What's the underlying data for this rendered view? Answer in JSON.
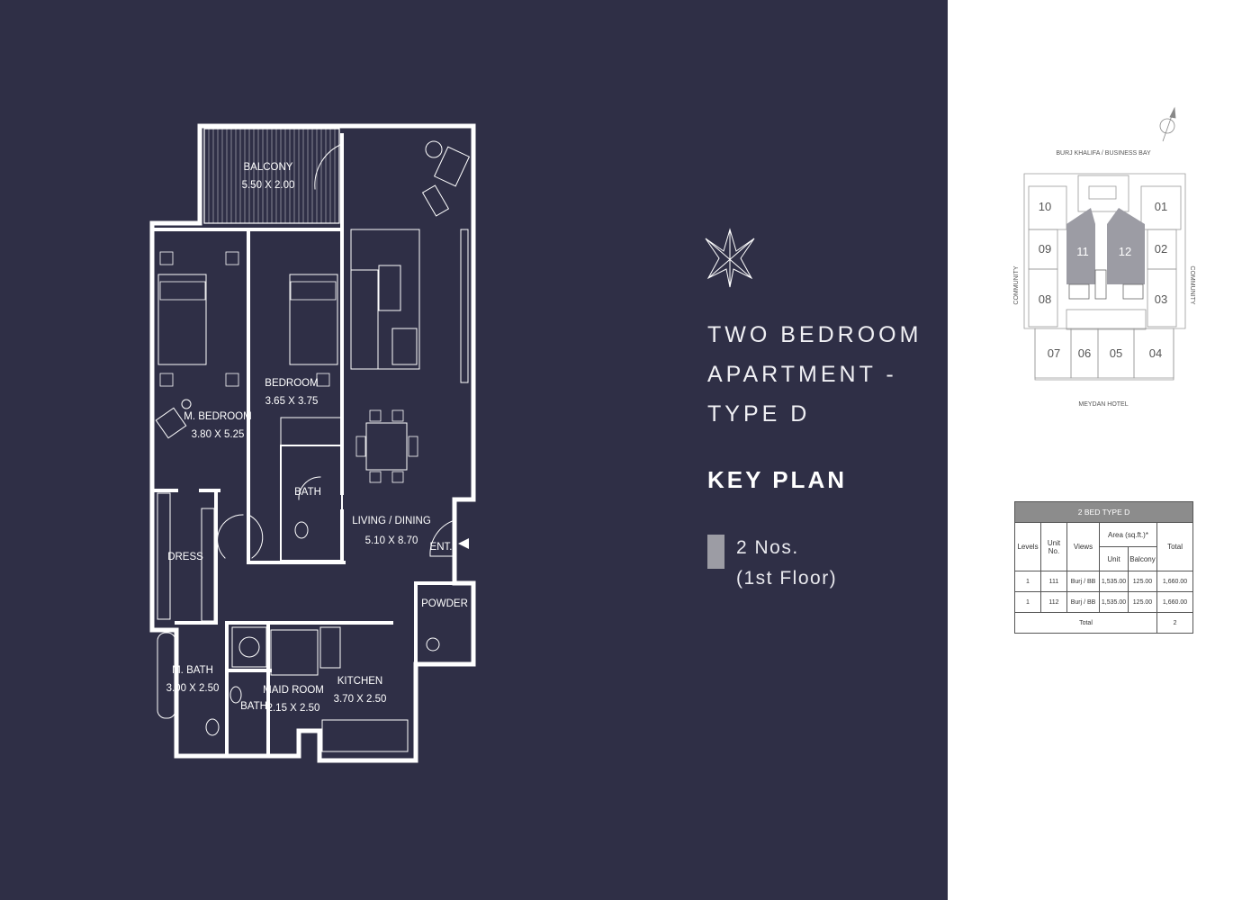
{
  "floor_plan": {
    "rooms": [
      {
        "name": "BALCONY",
        "size": "5.50 X 2.00"
      },
      {
        "name": "M. BEDROOM",
        "size": "3.80 X 5.25"
      },
      {
        "name": "BEDROOM",
        "size": "3.65 X 3.75"
      },
      {
        "name": "LIVING / DINING",
        "size": "5.10 X 8.70"
      },
      {
        "name": "BATH",
        "size": ""
      },
      {
        "name": "DRESS",
        "size": ""
      },
      {
        "name": "ENT.",
        "size": ""
      },
      {
        "name": "POWDER",
        "size": ""
      },
      {
        "name": "M. BATH",
        "size": "3.00 X 2.50"
      },
      {
        "name": "BATH",
        "size": ""
      },
      {
        "name": "MAID ROOM",
        "size": "2.15 X 2.50"
      },
      {
        "name": "KITCHEN",
        "size": "3.70 X 2.50"
      }
    ]
  },
  "title_lines": [
    "TWO BEDROOM",
    "APARTMENT -",
    "TYPE D"
  ],
  "key_plan_heading": "KEY PLAN",
  "unit_count": {
    "line1": "2 Nos.",
    "line2": "(1st Floor)"
  },
  "key_plan": {
    "top_label": "BURJ KHALIFA / BUSINESS BAY",
    "bottom_label": "MEYDAN HOTEL",
    "left_label": "COMMUNITY",
    "right_label": "COMMUNITY",
    "units": [
      "01",
      "02",
      "03",
      "04",
      "05",
      "06",
      "07",
      "08",
      "09",
      "10",
      "11",
      "12"
    ]
  },
  "area_table": {
    "title": "2 BED TYPE D",
    "headers": {
      "levels": "Levels",
      "unit_no": "Unit No.",
      "views": "Views",
      "area": "Area (sq.ft.)*",
      "unit": "Unit",
      "balcony": "Balcony",
      "total": "Total"
    },
    "rows": [
      {
        "level": "1",
        "unit_no": "111",
        "views": "Burj / BB",
        "unit": "1,535.00",
        "balcony": "125.00",
        "total": "1,660.00"
      },
      {
        "level": "1",
        "unit_no": "112",
        "views": "Burj / BB",
        "unit": "1,535.00",
        "balcony": "125.00",
        "total": "1,660.00"
      }
    ],
    "footer_label": "Total",
    "footer_value": "2"
  },
  "colors": {
    "panel": "#2f2f46",
    "highlight_unit": "#9c9ca4"
  }
}
